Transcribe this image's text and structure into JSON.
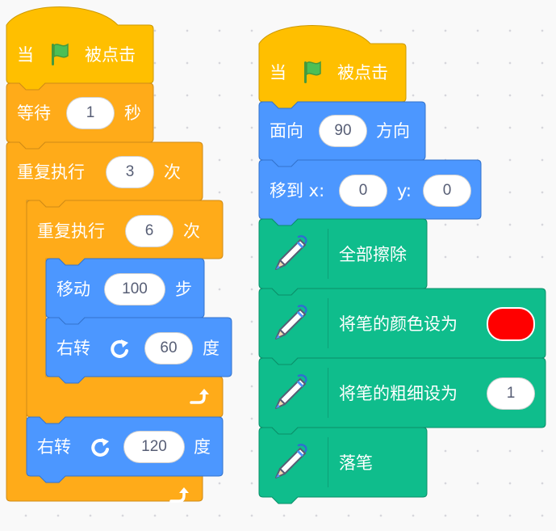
{
  "theme": {
    "events_fill": "#ffbf00",
    "events_stroke": "#cc9900",
    "control_fill": "#ffab19",
    "control_stroke": "#cf8b17",
    "motion_fill": "#4c97ff",
    "motion_stroke": "#3373cc",
    "pen_fill": "#0fbd8c",
    "pen_stroke": "#0b8e69",
    "pen_color_value": "#ff0000",
    "flag_color": "#4cbf56"
  },
  "script_left": {
    "hat": {
      "when": "当",
      "clicked": "被点击"
    },
    "wait": {
      "label": "等待",
      "value": "1",
      "unit": "秒"
    },
    "repeat_outer": {
      "label": "重复执行",
      "value": "3",
      "unit": "次"
    },
    "repeat_inner": {
      "label": "重复执行",
      "value": "6",
      "unit": "次"
    },
    "move": {
      "label": "移动",
      "value": "100",
      "unit": "步"
    },
    "turn_inner": {
      "label": "右转",
      "value": "60",
      "unit": "度"
    },
    "turn_outer": {
      "label": "右转",
      "value": "120",
      "unit": "度"
    }
  },
  "script_right": {
    "hat": {
      "when": "当",
      "clicked": "被点击"
    },
    "point": {
      "label": "面向",
      "value": "90",
      "unit": "方向"
    },
    "goto": {
      "label": "移到 x:",
      "x_value": "0",
      "y_label": "y:",
      "y_value": "0"
    },
    "clear": {
      "label": "全部擦除"
    },
    "set_color": {
      "label": "将笔的颜色设为"
    },
    "set_size": {
      "label": "将笔的粗细设为",
      "value": "1"
    },
    "pen_down": {
      "label": "落笔"
    }
  },
  "icons": {
    "flag": "green-flag-icon",
    "turn_right": "rotate-right-icon",
    "loop_arrow": "loop-arrow-icon",
    "pen": "pen-icon"
  }
}
